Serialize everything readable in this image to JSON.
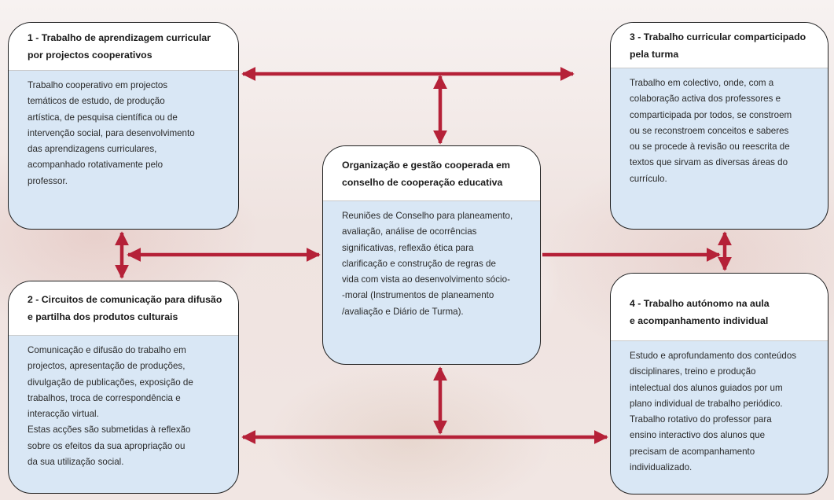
{
  "colors": {
    "arrow": "#b52138",
    "box_fill": "#d9e7f5",
    "box_border": "#1f1f1f",
    "header_fill": "#ffffff"
  },
  "boxes": {
    "box1": {
      "title": "1 - Trabalho de aprendizagem curricular\npor projectos cooperativos",
      "body": "Trabalho cooperativo  em projectos\ntemáticos de estudo, de produção\nartística, de pesquisa científica ou de\nintervenção social, para desenvolvimento\ndas aprendizagens curriculares,\nacompanhado rotativamente pelo\nprofessor."
    },
    "box2": {
      "title": "2 - Circuitos de comunicação para difusão\ne partilha dos produtos culturais",
      "body": "Comunicação e difusão do trabalho em\nprojectos, apresentação de produções,\ndivulgação de publicações, exposição de\ntrabalhos, troca de correspondência e\ninteracção virtual.\nEstas acções são submetidas à reflexão\nsobre os efeitos da sua apropriação ou\nda sua utilização social."
    },
    "box3": {
      "title": "3 - Trabalho curricular comparticipado\npela turma",
      "body": "Trabalho em colectivo, onde, com a\ncolaboração activa dos professores e\ncomparticipada por todos, se constroem\nou se reconstroem conceitos e saberes\nou se procede à revisão ou reescrita de\ntextos que sirvam as diversas áreas do\ncurrículo."
    },
    "box4": {
      "title": "4 - Trabalho autónomo na aula\ne acompanhamento individual",
      "body": "Estudo e aprofundamento dos conteúdos\ndisciplinares, treino e produção\nintelectual dos alunos guiados por um\nplano individual de trabalho periódico.\nTrabalho rotativo do professor para\nensino interactivo dos alunos que\nprecisam de acompanhamento\nindividualizado."
    },
    "center": {
      "title": "Organização e gestão cooperada em\nconselho de cooperação educativa",
      "body": "Reuniões de Conselho para planeamento,\navaliação, análise de ocorrências\nsignificativas, reflexão ética para\nclarificação e construção de regras de\nvida com vista ao desenvolvimento sócio-\n-moral (Instrumentos de planeamento\n/avaliação e Diário de Turma)."
    }
  }
}
